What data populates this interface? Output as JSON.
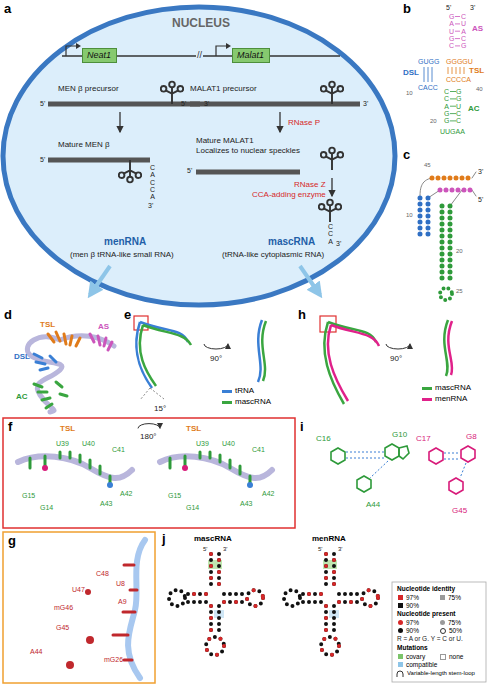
{
  "diagram": {
    "nodes": [
      {
        "text": [
          "NUCLEUS"
        ]
      },
      {
        "text": [
          "Neat1"
        ],
        "in": 0
      },
      {
        "text": [
          "Malat1"
        ],
        "in": 0
      }
    ],
    "labels": [
      "a",
      "b",
      "c",
      "d",
      "e",
      "h",
      "f",
      "i",
      "g",
      "j",
      "//",
      "MEN β precursor",
      "5'",
      "3'",
      "Mature MEN β",
      "5'",
      "CACCA",
      "3'",
      "menRNA",
      "(men β tRNA-like small RNA)",
      "MALAT1 precursor",
      "5'",
      "3'",
      "RNase P",
      "Mature MALAT1",
      "Localizes to nuclear speckles",
      "5'",
      "RNase Z",
      "CCA-adding enzyme",
      "CCA",
      "3'",
      "mascRNA",
      "(tRNA-like cytoplasmic RNA)",
      "5'",
      "3'",
      "GAUGC",
      "CUACG",
      "AS",
      "GUGG",
      "CACC",
      "DSL",
      "GGGGU",
      "CCCCA",
      "TSL",
      "CCAGG",
      "GGUCC",
      "AC",
      "UUGAA",
      "10",
      "20",
      "40",
      "3'",
      "5'",
      "10",
      "20",
      "25",
      "45",
      "TSL",
      "AS",
      "DSL",
      "AC",
      "15°",
      "90°",
      "90°",
      "TSL",
      "U39",
      "U40",
      "C41",
      "A42",
      "A43",
      "G15",
      "G14",
      "180°",
      "TSL",
      "U39",
      "U40",
      "C41",
      "A42",
      "A43",
      "G15",
      "G14",
      "C48",
      "U8",
      "U47",
      "A9",
      "mG46",
      "G45",
      "A44",
      "mG26",
      "C16",
      "G10",
      "A44",
      "C17",
      "G8",
      "G45",
      "mascRNA",
      "menRNA",
      "5'",
      "3'",
      "5'",
      "3'",
      "Nucleotide identity",
      "Nucleotide present",
      "R = A or G. Y = C or U.",
      "Mutations"
    ],
    "legend": [
      {
        "text": "tRNA",
        "color": "#3a7fd5"
      },
      {
        "text": "mascRNA",
        "color": "#3aa640"
      },
      {
        "text": "mascRNA",
        "color": "#3aa640"
      },
      {
        "text": "menRNA",
        "color": "#e0218a"
      },
      {
        "text": "97%",
        "color": "#d62728"
      },
      {
        "text": "75%",
        "color": "#9a9a9a"
      },
      {
        "text": "90%",
        "color": "#111111"
      },
      {
        "text": "97%",
        "color": "#d62728"
      },
      {
        "text": "75%",
        "color": "#9a9a9a"
      },
      {
        "text": "90%",
        "color": "#111111"
      },
      {
        "text": "50%"
      },
      {
        "text": "covary",
        "color": "#7cc46b"
      },
      {
        "text": "compatible",
        "color": "#8ec5e8"
      },
      {
        "text": "none"
      },
      {
        "text": "Variable-length stem-loop"
      }
    ]
  }
}
